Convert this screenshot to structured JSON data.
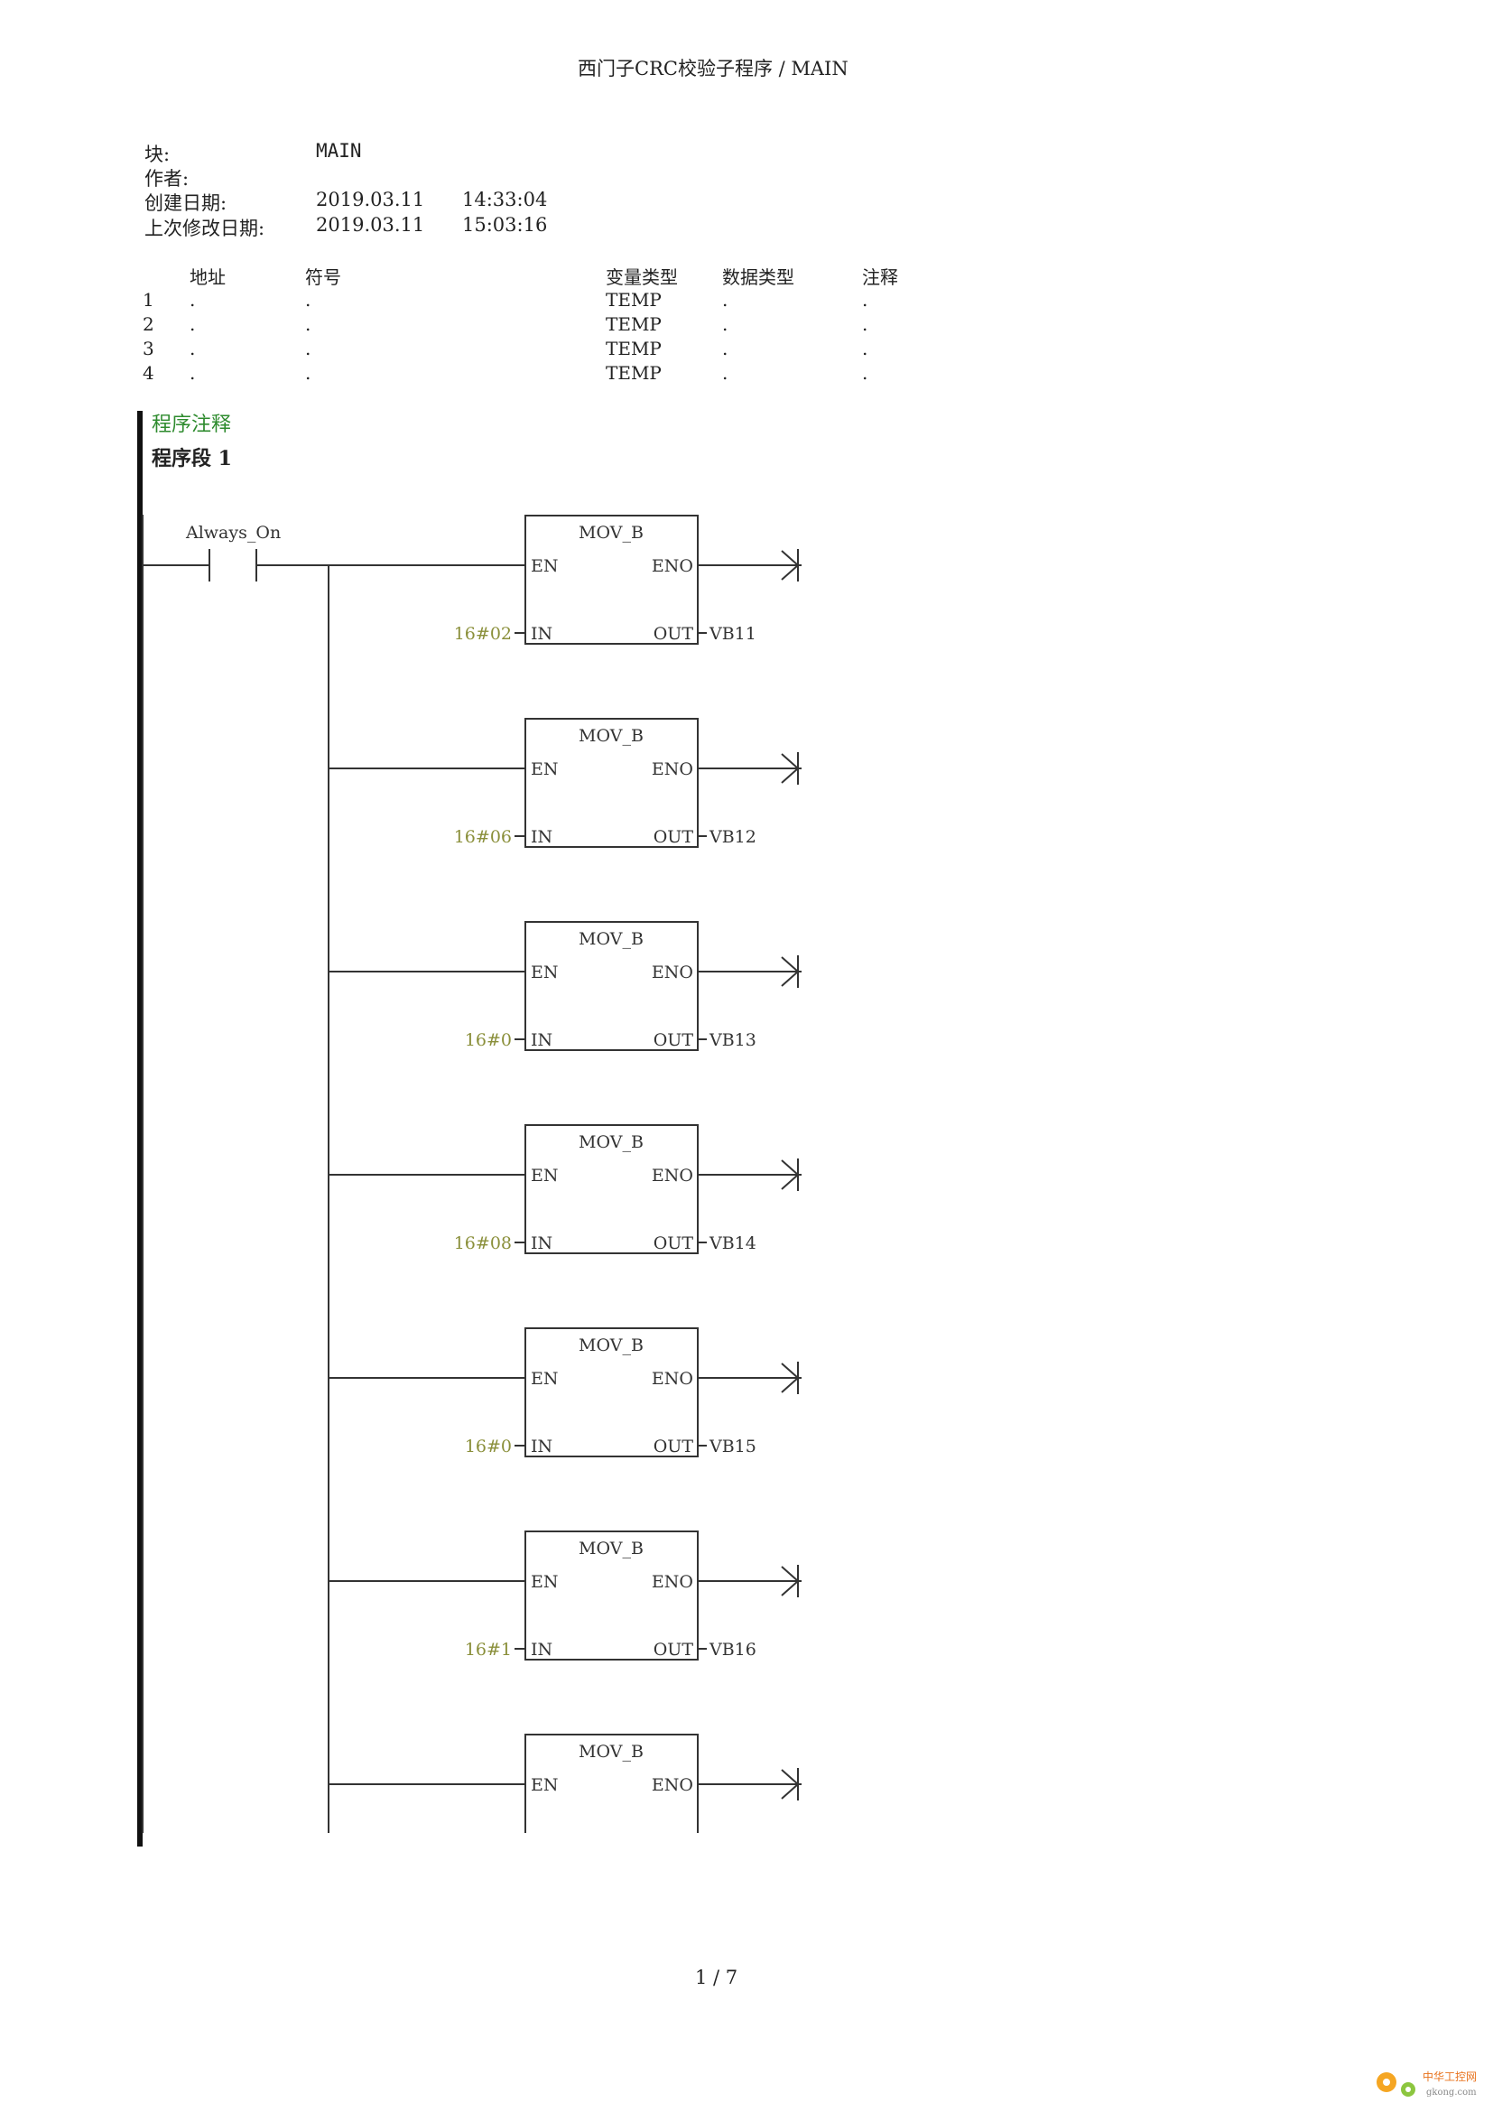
{
  "header": {
    "title": "西门子CRC校验子程序   /   MAIN"
  },
  "block_info": {
    "block_label": "块:",
    "block_value": "MAIN",
    "author_label": "作者:",
    "created_label": "创建日期:",
    "created_date": "2019.03.11",
    "created_time": "14:33:04",
    "modified_label": "上次修改日期:",
    "modified_date": "2019.03.11",
    "modified_time": "15:03:16"
  },
  "var_table": {
    "headers": {
      "address": "地址",
      "symbol": "符号",
      "var_type": "变量类型",
      "data_type": "数据类型",
      "comment": "注释"
    },
    "rows": [
      {
        "num": "1",
        "address": ".",
        "symbol": ".",
        "var_type": "TEMP",
        "data_type": ".",
        "comment": "."
      },
      {
        "num": "2",
        "address": ".",
        "symbol": ".",
        "var_type": "TEMP",
        "data_type": ".",
        "comment": "."
      },
      {
        "num": "3",
        "address": ".",
        "symbol": ".",
        "var_type": "TEMP",
        "data_type": ".",
        "comment": "."
      },
      {
        "num": "4",
        "address": ".",
        "symbol": ".",
        "var_type": "TEMP",
        "data_type": ".",
        "comment": "."
      }
    ]
  },
  "program": {
    "comment_label": "程序注释",
    "segment_title": "程序段 1",
    "contact_label": "Always_On",
    "blocks": [
      {
        "name": "MOV_B",
        "en": "EN",
        "eno": "ENO",
        "in_pin": "IN",
        "out_pin": "OUT",
        "in_value": "16#02",
        "out_value": "VB11"
      },
      {
        "name": "MOV_B",
        "en": "EN",
        "eno": "ENO",
        "in_pin": "IN",
        "out_pin": "OUT",
        "in_value": "16#06",
        "out_value": "VB12"
      },
      {
        "name": "MOV_B",
        "en": "EN",
        "eno": "ENO",
        "in_pin": "IN",
        "out_pin": "OUT",
        "in_value": "16#0",
        "out_value": "VB13"
      },
      {
        "name": "MOV_B",
        "en": "EN",
        "eno": "ENO",
        "in_pin": "IN",
        "out_pin": "OUT",
        "in_value": "16#08",
        "out_value": "VB14"
      },
      {
        "name": "MOV_B",
        "en": "EN",
        "eno": "ENO",
        "in_pin": "IN",
        "out_pin": "OUT",
        "in_value": "16#0",
        "out_value": "VB15"
      },
      {
        "name": "MOV_B",
        "en": "EN",
        "eno": "ENO",
        "in_pin": "IN",
        "out_pin": "OUT",
        "in_value": "16#1",
        "out_value": "VB16"
      },
      {
        "name": "MOV_B",
        "en": "EN",
        "eno": "ENO",
        "in_pin": "",
        "out_pin": "",
        "in_value": "",
        "out_value": ""
      }
    ]
  },
  "footer": {
    "page": "1 / 7"
  },
  "watermark": {
    "line1": "中华工控网",
    "line2": "gkong.com"
  }
}
